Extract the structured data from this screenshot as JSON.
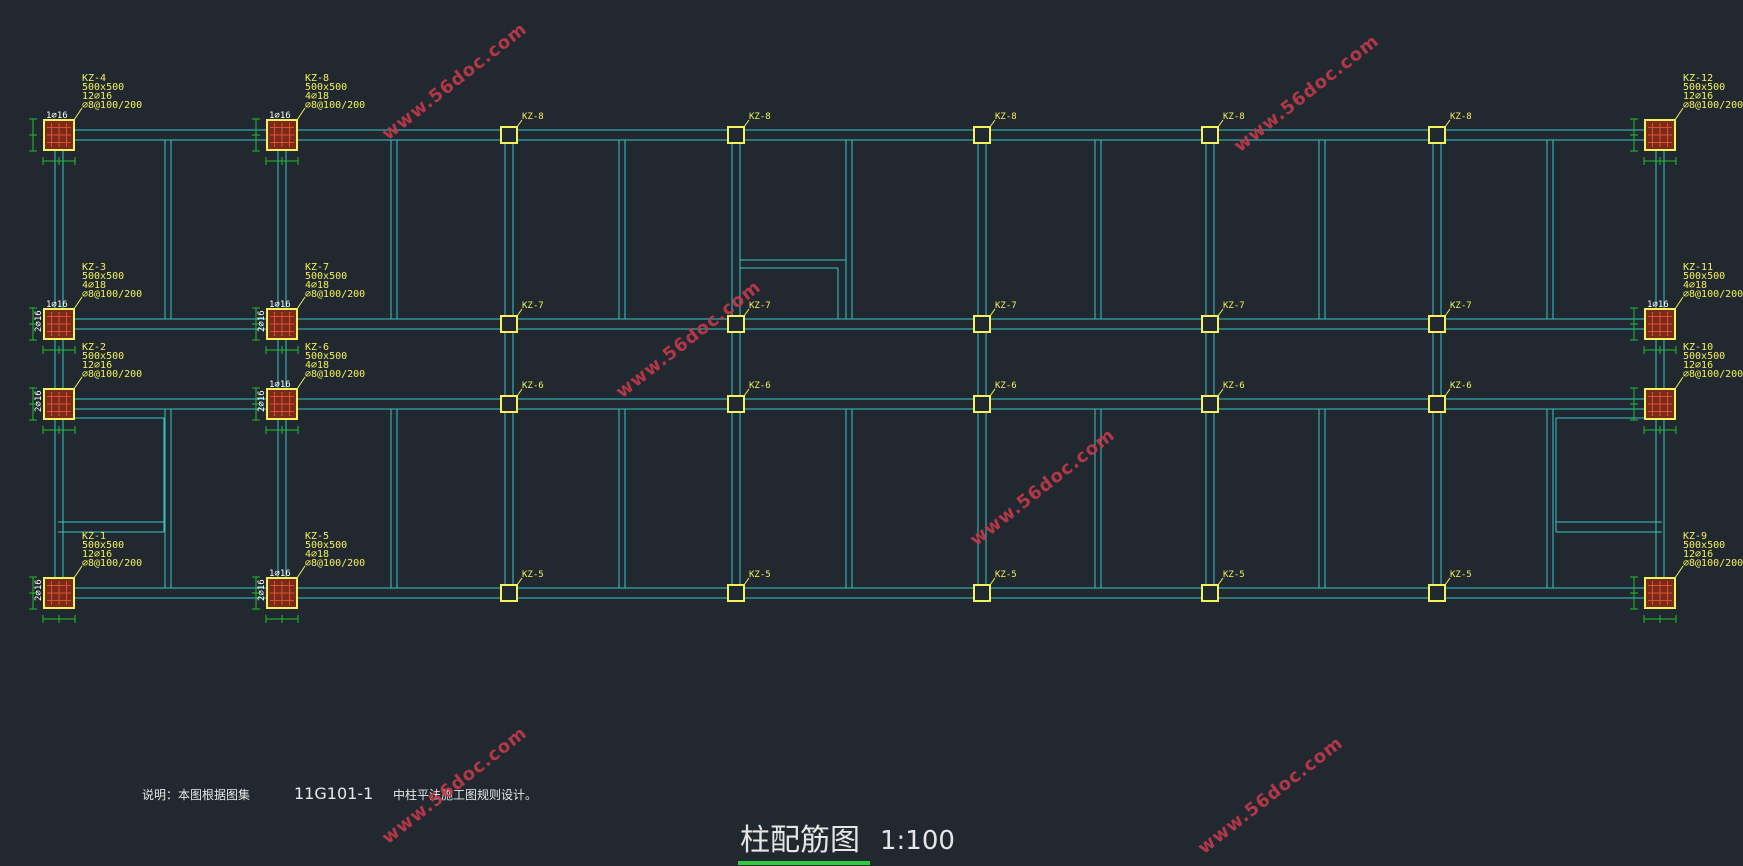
{
  "drawing": {
    "title": "柱配筋图",
    "scale": "1:100",
    "note_prefix": "说明：本图根据图集",
    "note_code": "11G101-1",
    "note_suffix": "中柱平法施工图规则设计。",
    "watermark": "www.56doc.com",
    "colors": {
      "background": "#212830",
      "beam": "#35c6c6",
      "column_outline": "#f2f25a",
      "column_fill": "#7a2a1a",
      "dimension": "#1fbf2a",
      "watermark": "#c23a4a"
    },
    "edge_columns": [
      {
        "id": "KZ-4",
        "size": "500x500",
        "rebar": "12⌀16",
        "stirrup": "⌀8@100/200",
        "corner": "1⌀16"
      },
      {
        "id": "KZ-8",
        "size": "500x500",
        "rebar": "4⌀18",
        "stirrup": "⌀8@100/200",
        "corner": "1⌀16"
      },
      {
        "id": "KZ-12",
        "size": "500x500",
        "rebar": "12⌀16",
        "stirrup": "⌀8@100/200",
        "corner": ""
      },
      {
        "id": "KZ-3",
        "size": "500x500",
        "rebar": "4⌀18",
        "stirrup": "⌀8@100/200",
        "corner": "1⌀16"
      },
      {
        "id": "KZ-7",
        "size": "500x500",
        "rebar": "4⌀18",
        "stirrup": "⌀8@100/200",
        "corner": "1⌀16"
      },
      {
        "id": "KZ-11",
        "size": "500x500",
        "rebar": "4⌀18",
        "stirrup": "⌀8@100/200",
        "corner": "1⌀16"
      },
      {
        "id": "KZ-2",
        "size": "500x500",
        "rebar": "12⌀16",
        "stirrup": "⌀8@100/200",
        "corner": ""
      },
      {
        "id": "KZ-6",
        "size": "500x500",
        "rebar": "4⌀18",
        "stirrup": "⌀8@100/200",
        "corner": "1⌀16"
      },
      {
        "id": "KZ-10",
        "size": "500x500",
        "rebar": "12⌀16",
        "stirrup": "⌀8@100/200",
        "corner": ""
      },
      {
        "id": "KZ-1",
        "size": "500x500",
        "rebar": "12⌀16",
        "stirrup": "⌀8@100/200",
        "corner": ""
      },
      {
        "id": "KZ-5",
        "size": "500x500",
        "rebar": "4⌀18",
        "stirrup": "⌀8@100/200",
        "corner": "1⌀16"
      },
      {
        "id": "KZ-9",
        "size": "500x500",
        "rebar": "12⌀16",
        "stirrup": "⌀8@100/200",
        "corner": ""
      }
    ],
    "side_rebar_label": "2⌀16",
    "interior_rows": [
      "KZ-8",
      "KZ-7",
      "KZ-6",
      "KZ-5"
    ]
  }
}
